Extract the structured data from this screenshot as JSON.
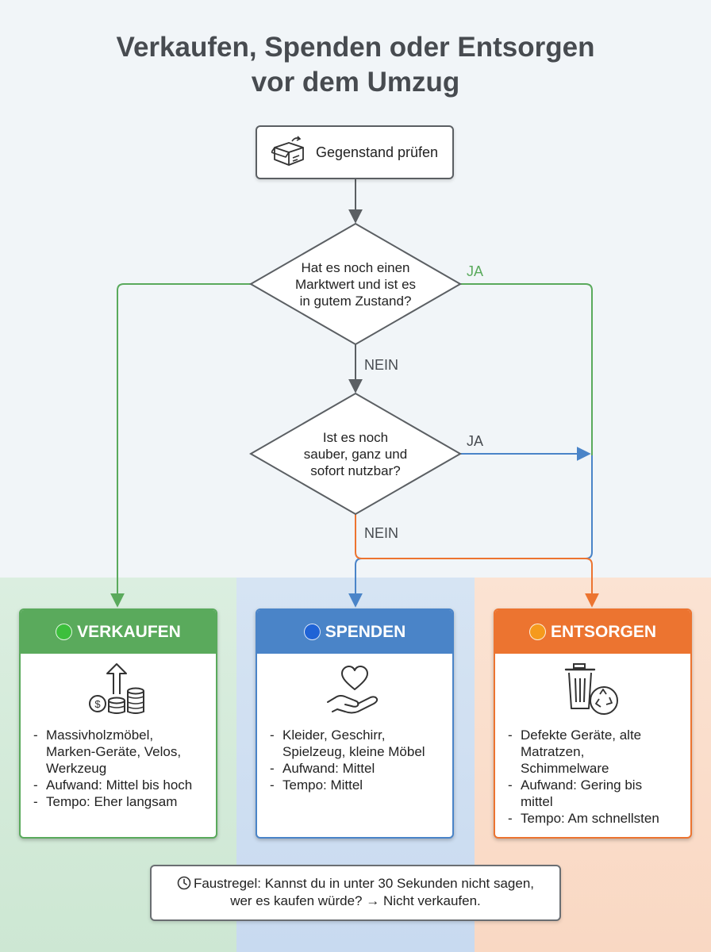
{
  "title": {
    "line1": "Verkaufen, Spenden oder Entsorgen",
    "line2": "vor dem Umzug"
  },
  "start": {
    "label": "Gegenstand prüfen",
    "icon": "box-icon"
  },
  "decision1": {
    "lines": [
      "Hat es noch einen",
      "Marktwert und ist es",
      "in gutem Zustand?"
    ],
    "yes_label": "JA",
    "no_label": "NEIN"
  },
  "decision2": {
    "lines": [
      "Ist es noch",
      "sauber, ganz und",
      "sofort nutzbar?"
    ],
    "yes_label": "JA",
    "no_label": "NEIN"
  },
  "outcomes": [
    {
      "title": "VERKAUFEN",
      "icon": "money-up-icon",
      "color": "#5aaa5c",
      "items": [
        [
          "Massivholzmöbel,",
          "Marken-Geräte, Velos,",
          "Werkzeug"
        ],
        [
          "Aufwand: Mittel bis hoch"
        ],
        [
          "Tempo: Eher langsam"
        ]
      ]
    },
    {
      "title": "SPENDEN",
      "icon": "heart-hand-icon",
      "color": "#4a84c8",
      "items": [
        [
          "Kleider, Geschirr,",
          "Spielzeug, kleine Möbel"
        ],
        [
          "Aufwand: Mittel"
        ],
        [
          "Tempo: Mittel"
        ]
      ]
    },
    {
      "title": "ENTSORGEN",
      "icon": "trash-recycle-icon",
      "color": "#ec7430",
      "items": [
        [
          "Defekte Geräte, alte",
          "Matratzen,",
          "Schimmelware"
        ],
        [
          "Aufwand: Gering bis",
          "mittel"
        ],
        [
          "Tempo: Am schnellsten"
        ]
      ]
    }
  ],
  "tip": {
    "icon": "clock-icon",
    "line1": "Faustregel: Kannst du in unter 30 Sekunden nicht sagen,",
    "line2": "wer es kaufen würde? → Nicht verkaufen."
  },
  "colors": {
    "green": "#5aaa5c",
    "blue": "#4a84c8",
    "orange": "#ec7430",
    "gray": "#5b5f63"
  }
}
